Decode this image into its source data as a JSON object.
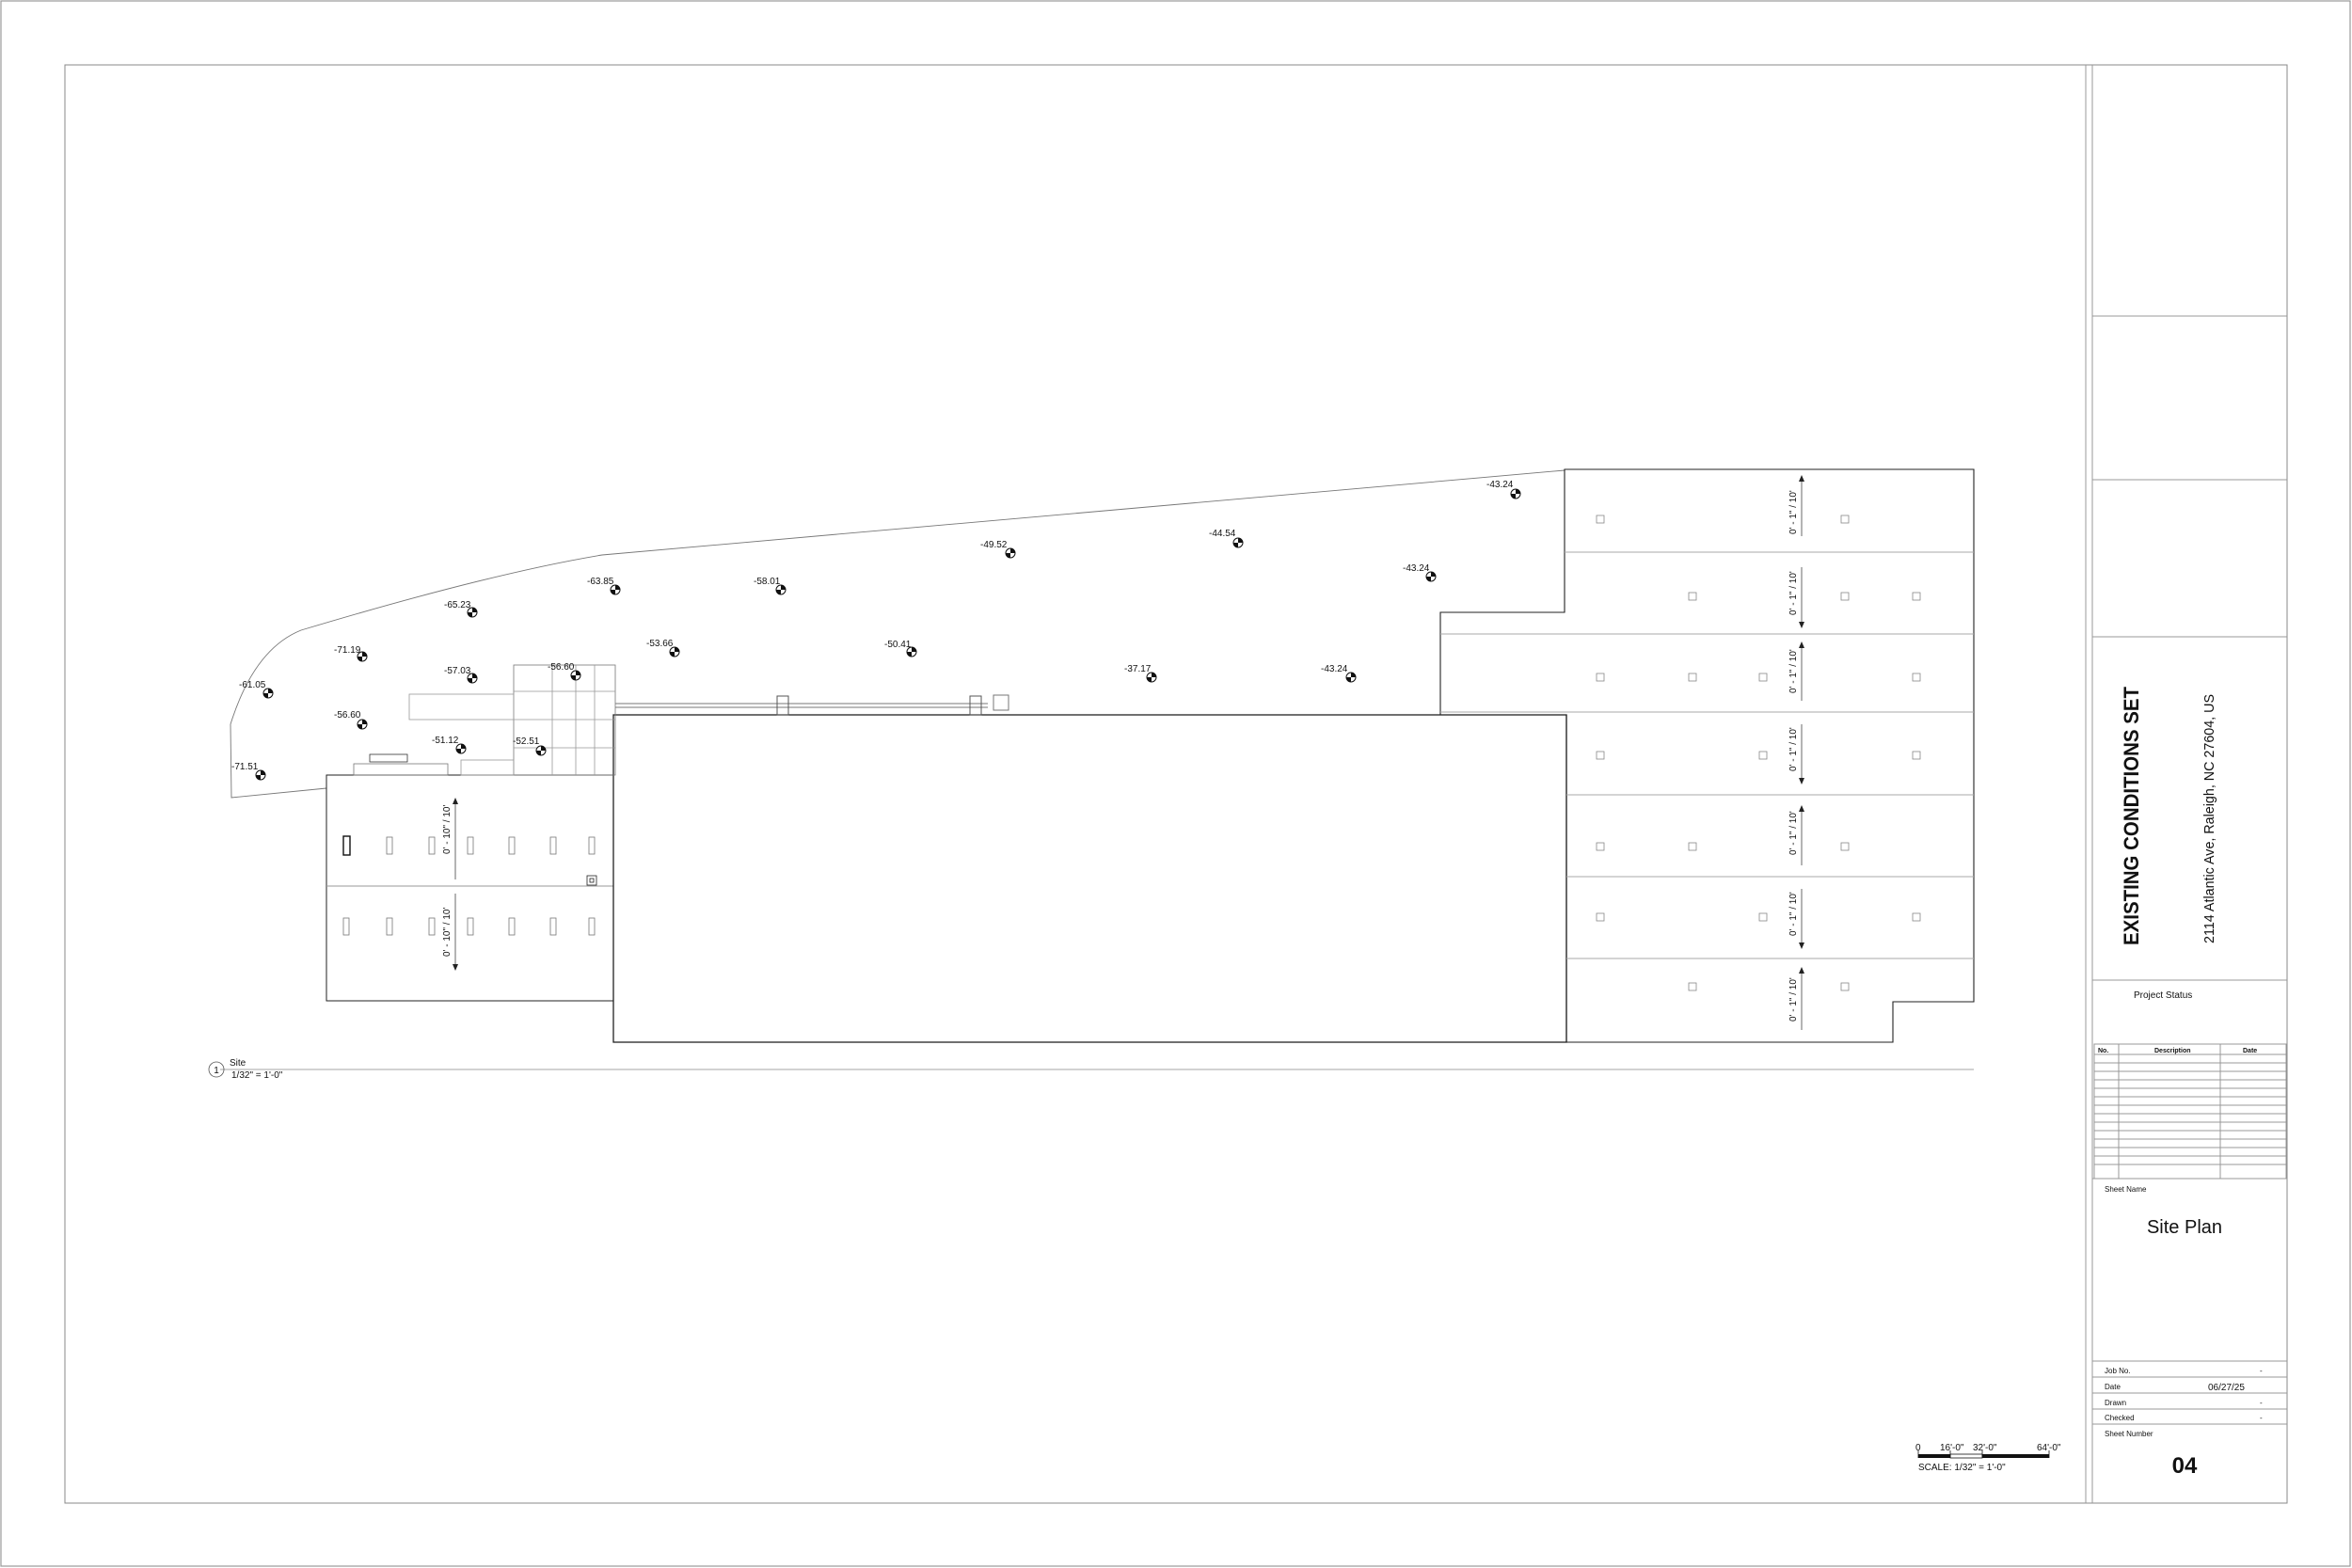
{
  "view": {
    "number": "1",
    "title": "Site",
    "scale": "1/32\" = 1'-0\""
  },
  "spot_elevations": [
    {
      "id": "e1",
      "value": "-43.24"
    },
    {
      "id": "e2",
      "value": "-44.54"
    },
    {
      "id": "e3",
      "value": "-49.52"
    },
    {
      "id": "e4",
      "value": "-43.24"
    },
    {
      "id": "e5",
      "value": "-58.01"
    },
    {
      "id": "e6",
      "value": "-63.85"
    },
    {
      "id": "e7",
      "value": "-65.23"
    },
    {
      "id": "e8",
      "value": "-71.19"
    },
    {
      "id": "e9",
      "value": "-61.05"
    },
    {
      "id": "e10",
      "value": "-57.03"
    },
    {
      "id": "e11",
      "value": "-56.60"
    },
    {
      "id": "e12",
      "value": "-53.66"
    },
    {
      "id": "e13",
      "value": "-50.41"
    },
    {
      "id": "e14",
      "value": "-37.17"
    },
    {
      "id": "e15",
      "value": "-43.24"
    },
    {
      "id": "e16",
      "value": "-56.60"
    },
    {
      "id": "e17",
      "value": "-51.12"
    },
    {
      "id": "e18",
      "value": "-52.51"
    },
    {
      "id": "e19",
      "value": "-71.51"
    }
  ],
  "slope_labels": {
    "right": [
      "0' - 1\" / 10'",
      "0' - 1\" / 10'",
      "0' - 1\" / 10'",
      "0' - 1\" / 10'",
      "0' - 1\" / 10'",
      "0' - 1\" / 10'",
      "0' - 1\" / 10'"
    ],
    "left": [
      "0' - 10\" / 10'",
      "0' - 10\" / 10'"
    ]
  },
  "scale_bar": {
    "ticks": [
      "0",
      "16'-0\"",
      "32'-0\"",
      "64'-0\""
    ],
    "caption": "SCALE: 1/32\" = 1'-0\""
  },
  "title_block": {
    "set_title": "EXISTING CONDITIONS SET",
    "address": "2114 Atlantic Ave, Raleigh, NC 27604, US",
    "project_status_label": "Project Status",
    "revision_headers": [
      "No.",
      "Description",
      "Date"
    ],
    "sheet_name_label": "Sheet Name",
    "sheet_name": "Site Plan",
    "job_no_label": "Job No.",
    "job_no": "-",
    "date_label": "Date",
    "date": "06/27/25",
    "drawn_label": "Drawn",
    "drawn": "-",
    "checked_label": "Checked",
    "checked": "-",
    "sheet_number_label": "Sheet Number",
    "sheet_number": "04"
  }
}
